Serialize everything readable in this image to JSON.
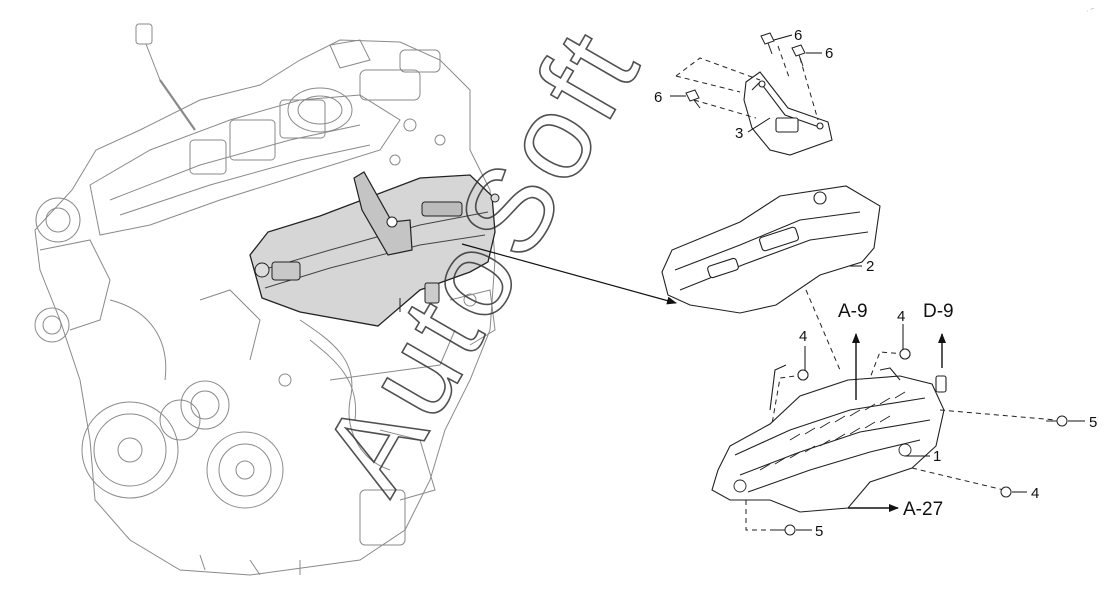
{
  "watermark": "AutoSoft",
  "callouts": {
    "part1": "1",
    "part2": "2",
    "part3": "3",
    "part4": "4",
    "part5": "5",
    "part6": "6"
  },
  "references": {
    "up_left": "A-9",
    "up_right": "D-9",
    "right": "A-27"
  },
  "corner_mark": "· ~"
}
